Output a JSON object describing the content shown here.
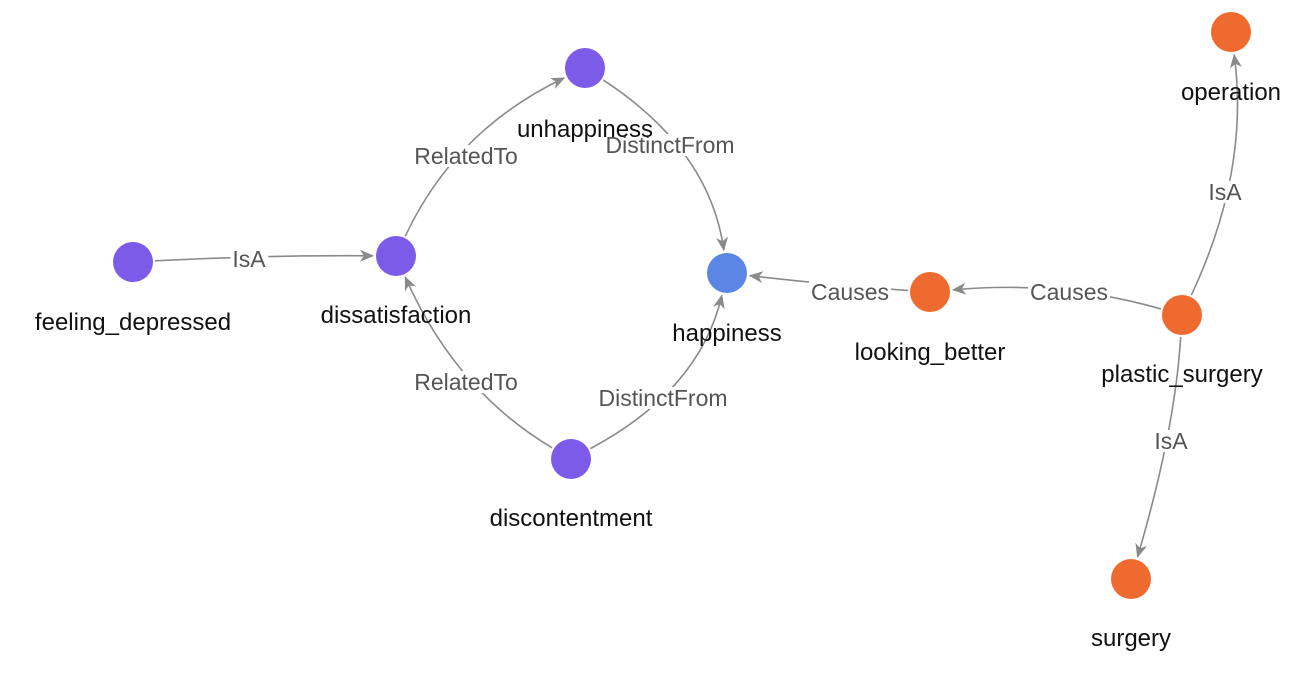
{
  "colors": {
    "group_purple": "#7b5be8",
    "group_blue": "#5b86e5",
    "group_orange": "#ee6a2f",
    "edge": "#8a8a8a",
    "edge_label": "#555555",
    "node_label": "#111111"
  },
  "nodes": [
    {
      "id": "feeling_depressed",
      "label": "feeling_depressed",
      "group": "purple"
    },
    {
      "id": "dissatisfaction",
      "label": "dissatisfaction",
      "group": "purple"
    },
    {
      "id": "unhappiness",
      "label": "unhappiness",
      "group": "purple"
    },
    {
      "id": "discontentment",
      "label": "discontentment",
      "group": "purple"
    },
    {
      "id": "happiness",
      "label": "happiness",
      "group": "blue"
    },
    {
      "id": "looking_better",
      "label": "looking_better",
      "group": "orange"
    },
    {
      "id": "plastic_surgery",
      "label": "plastic_surgery",
      "group": "orange"
    },
    {
      "id": "operation",
      "label": "operation",
      "group": "orange"
    },
    {
      "id": "surgery",
      "label": "surgery",
      "group": "orange"
    }
  ],
  "edges": [
    {
      "source": "feeling_depressed",
      "target": "dissatisfaction",
      "label": "IsA"
    },
    {
      "source": "dissatisfaction",
      "target": "unhappiness",
      "label": "RelatedTo"
    },
    {
      "source": "discontentment",
      "target": "dissatisfaction",
      "label": "RelatedTo"
    },
    {
      "source": "unhappiness",
      "target": "happiness",
      "label": "DistinctFrom"
    },
    {
      "source": "discontentment",
      "target": "happiness",
      "label": "DistinctFrom"
    },
    {
      "source": "looking_better",
      "target": "happiness",
      "label": "Causes"
    },
    {
      "source": "plastic_surgery",
      "target": "looking_better",
      "label": "Causes"
    },
    {
      "source": "plastic_surgery",
      "target": "operation",
      "label": "IsA"
    },
    {
      "source": "plastic_surgery",
      "target": "surgery",
      "label": "IsA"
    }
  ]
}
